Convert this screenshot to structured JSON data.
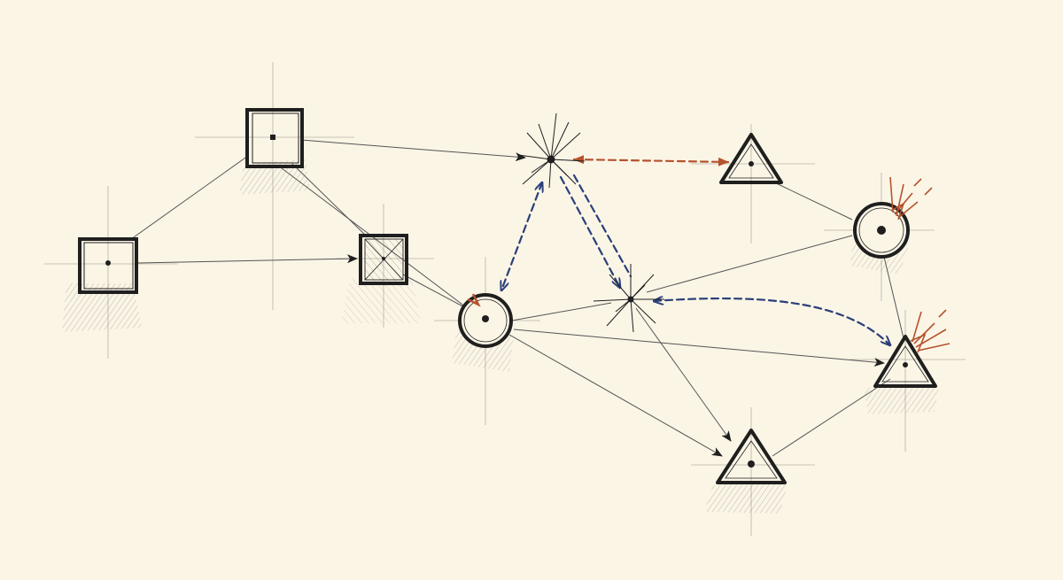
{
  "diagram": {
    "title": "",
    "colors": {
      "paper": "#fbf5e6",
      "ink": "#1f1f1f",
      "thin_line": "#555555",
      "construction_line": "#b9b2a4",
      "hatch": "#6a6a6a",
      "blue_dashed": "#2a3f7a",
      "red_dashed": "#b5532d"
    },
    "nodes": [
      {
        "id": "square-a",
        "shape": "square",
        "label": ""
      },
      {
        "id": "square-b",
        "shape": "square",
        "label": ""
      },
      {
        "id": "square-c",
        "shape": "square-crossed",
        "label": ""
      },
      {
        "id": "circle-a",
        "shape": "circle",
        "label": "",
        "accent": "red-tick"
      },
      {
        "id": "burst-a",
        "shape": "starburst",
        "label": ""
      },
      {
        "id": "burst-b",
        "shape": "starburst",
        "label": ""
      },
      {
        "id": "triangle-a",
        "shape": "triangle",
        "label": ""
      },
      {
        "id": "circle-b",
        "shape": "circle",
        "label": "",
        "accent": "red-spark"
      },
      {
        "id": "triangle-b",
        "shape": "triangle",
        "label": "",
        "accent": "red-spark"
      },
      {
        "id": "triangle-c",
        "shape": "triangle",
        "label": ""
      }
    ],
    "edges": [
      {
        "from": "square-a",
        "to": "square-b",
        "style": "thin",
        "arrow": "none"
      },
      {
        "from": "square-a",
        "to": "square-c",
        "style": "thin",
        "arrow": "end"
      },
      {
        "from": "square-b",
        "to": "burst-a",
        "style": "thin",
        "arrow": "end"
      },
      {
        "from": "square-b",
        "to": "square-c",
        "style": "thin",
        "arrow": "none"
      },
      {
        "from": "square-b",
        "to": "circle-a",
        "style": "thin",
        "arrow": "none"
      },
      {
        "from": "square-c",
        "to": "circle-a",
        "style": "thin",
        "arrow": "none"
      },
      {
        "from": "circle-a",
        "to": "burst-b",
        "style": "thin",
        "arrow": "none"
      },
      {
        "from": "circle-a",
        "to": "triangle-b",
        "style": "thin",
        "arrow": "end"
      },
      {
        "from": "circle-a",
        "to": "triangle-c",
        "style": "thin",
        "arrow": "end"
      },
      {
        "from": "burst-b",
        "to": "circle-b",
        "style": "thin",
        "arrow": "none"
      },
      {
        "from": "burst-b",
        "to": "triangle-c",
        "style": "thin",
        "arrow": "end"
      },
      {
        "from": "triangle-a",
        "to": "circle-b",
        "style": "thin",
        "arrow": "none"
      },
      {
        "from": "circle-b",
        "to": "triangle-b",
        "style": "thin",
        "arrow": "none"
      },
      {
        "from": "triangle-c",
        "to": "triangle-b",
        "style": "thin",
        "arrow": "none"
      },
      {
        "from": "burst-a",
        "to": "triangle-a",
        "style": "red-dashed",
        "arrow": "both"
      },
      {
        "from": "burst-a",
        "to": "circle-a",
        "style": "blue-dashed",
        "arrow": "both"
      },
      {
        "from": "burst-a",
        "to": "burst-b",
        "style": "blue-dashed-double",
        "arrow": "end"
      },
      {
        "from": "burst-b",
        "to": "triangle-b",
        "style": "blue-dashed",
        "arrow": "both"
      }
    ]
  }
}
